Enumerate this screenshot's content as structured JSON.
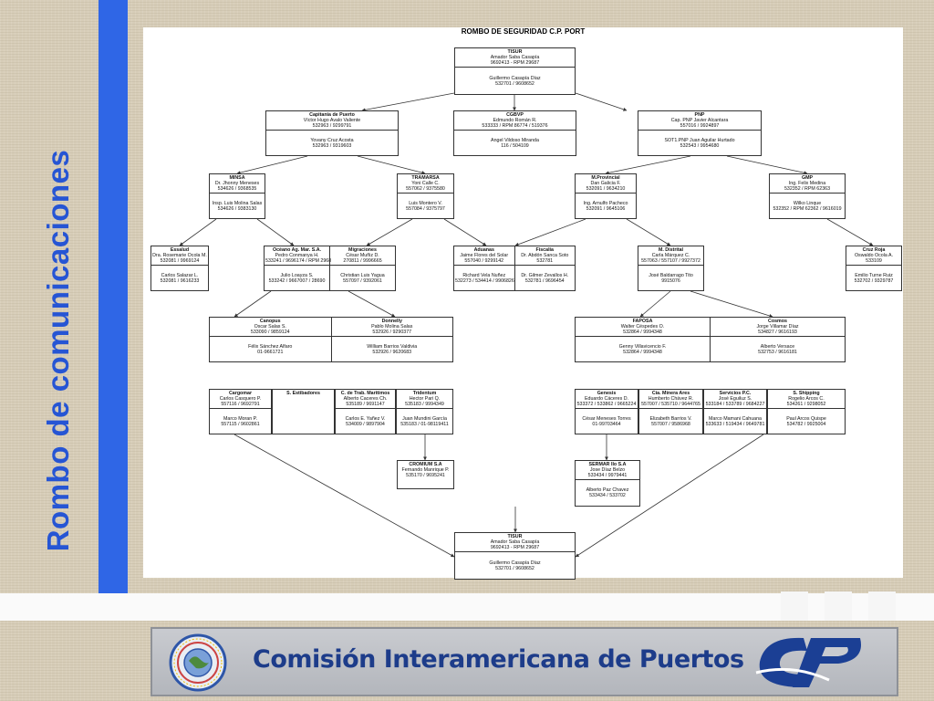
{
  "side_title": "Rombo de comunicaciones",
  "diagram_title": "ROMBO DE SEGURIDAD C.P. PORT",
  "footer_text": "Comisión Interamericana de Puertos",
  "colors": {
    "stripe": "#2f66e6",
    "title": "#2655d4",
    "footer_text": "#1d3c8a"
  },
  "nodes": [
    {
      "id": "tisur-top",
      "lines": [
        "TISUR",
        "Amador Saba Casapía",
        "9692413 - RPM 29687"
      ],
      "sub": [
        "Guillermo Casapía Díaz",
        "532701 / 9608652"
      ]
    },
    {
      "id": "capitania",
      "lines": [
        "Capitanía de Puerto",
        "Víctor Hugo Avalo Valiente",
        "532963 / 9299791"
      ],
      "sub": [
        "Yovany Cruz Acosta",
        "532963 / 9319603"
      ]
    },
    {
      "id": "cgbvp",
      "lines": [
        "CGBVP",
        "Edmundo Román R.",
        "533333 / RPM 86774 / 519376"
      ],
      "sub": [
        "Angel Vildoso Miranda",
        "116 / 504109"
      ]
    },
    {
      "id": "pnp",
      "lines": [
        "PNP",
        "Cap. PNP Javier Alcantara",
        "557016 / 9924897"
      ],
      "sub": [
        "SOT1.PNP Juan Aguilar Hurtado",
        "532543 / 9954680"
      ]
    },
    {
      "id": "minsa",
      "lines": [
        "MINSA",
        "Dr. Jhonny Meneses",
        "534626 / 9368535"
      ],
      "sub": [
        "Insp. Luis Molina Salas",
        "534626 / 9383130"
      ]
    },
    {
      "id": "tramarsa",
      "lines": [
        "TRAMARSA",
        "Yoni Calle C.",
        "557062 / 9375580"
      ],
      "sub": [
        "Luis Montero V.",
        "557084 / 9375797"
      ]
    },
    {
      "id": "mprovincial",
      "lines": [
        "M.Provincial",
        "Dan Galicia F.",
        "532091 / 9634210"
      ],
      "sub": [
        "Ing. Arnulfo Pacheco",
        "532091 / 9645106"
      ]
    },
    {
      "id": "gmp",
      "lines": [
        "GMP",
        "Ing. Felix Medina",
        "532352 / RPM 62363"
      ],
      "sub": [
        "Wilko Linque",
        "532352 / RPM 62362 / 9616019"
      ]
    },
    {
      "id": "essalud",
      "lines": [
        "Essalud",
        "Dra. Rosemarie Ocola M.",
        "532081 / 9969124"
      ],
      "sub": [
        "Carlos Salazar L.",
        "532081 / 9616233"
      ]
    },
    {
      "id": "oceano",
      "lines": [
        "Océano Ag. Mar. S.A.",
        "Pedro Conmanya H.",
        "533241 / 9696174 / RPM 2968"
      ],
      "sub": [
        "Julio Loayza S.",
        "533242 / 9667007 / 28690"
      ]
    },
    {
      "id": "migraciones",
      "lines": [
        "Migraciones",
        "César Muñiz D.",
        "270811 / 9996665"
      ],
      "sub": [
        "Christian Luis Yagua",
        "557097 / 9392061"
      ]
    },
    {
      "id": "aduanas",
      "lines": [
        "Aduanas",
        "Jaime Flores del Solar",
        "557040 / 9299142"
      ],
      "sub": [
        "Richard Vela Nuñez",
        "532273 / 534414 / 9906826"
      ]
    },
    {
      "id": "fiscalia",
      "lines": [
        "Fiscalía",
        "Dr. Abdón Sanca Soto",
        "532781"
      ],
      "sub": [
        "Dr. Gilmer Zevallos H.",
        "532781 / 9696454"
      ]
    },
    {
      "id": "mdistrital",
      "lines": [
        "M. Distrital",
        "Carla Márquez C.",
        "557063 / 557107 / 9927372"
      ],
      "sub": [
        "José Baldarrago Tito",
        "9915076"
      ]
    },
    {
      "id": "cruzroja",
      "lines": [
        "Cruz Roja",
        "Oswaldo Ocola A.",
        "533109"
      ],
      "sub": [
        "Emilio Turne Ruiz",
        "532702 / 9329787"
      ]
    },
    {
      "id": "canopus",
      "lines": [
        "Canopus",
        "Oscar Salas S.",
        "533090 / 9859124"
      ],
      "sub": [
        "Félix Sánchez Alfaro",
        "01-9661721"
      ]
    },
    {
      "id": "donnelly",
      "lines": [
        "Donnelly",
        "Pablo Molina Salas",
        "532926 / 9290377"
      ],
      "sub": [
        "William Barrios Valdivia",
        "532926 / 9620683"
      ]
    },
    {
      "id": "faposa",
      "lines": [
        "FAPOSA",
        "Walter Céspedes O.",
        "532864 / 9994348"
      ],
      "sub": [
        "Genny Villavicencio F.",
        "532864 / 9994348"
      ]
    },
    {
      "id": "cosmos",
      "lines": [
        "Cosmos",
        "Jorge Villamar Díaz",
        "534827 / 9616193"
      ],
      "sub": [
        "Alberto Versace",
        "532753 / 9616181"
      ]
    },
    {
      "id": "cargomar",
      "lines": [
        "Cargomar",
        "Carlos Casquero P.",
        "557116 / 9692791"
      ],
      "sub": [
        "Marco Moran P.",
        "557115 / 9602861"
      ]
    },
    {
      "id": "estibadores",
      "lines": [
        "S. Estibadores"
      ],
      "sub": []
    },
    {
      "id": "ctrab",
      "lines": [
        "C. de Trab. Marítimos",
        "Alberto Caceres Ch.",
        "535189 / 9691147"
      ],
      "sub": [
        "Carlos E. Yañez V.",
        "534009 / 9897904"
      ]
    },
    {
      "id": "tridentum",
      "lines": [
        "Tridentum",
        "Hector Pari Q.",
        "535183 / 9994349"
      ],
      "sub": [
        "Juan Mundini García",
        "535183 / 01-98119411"
      ]
    },
    {
      "id": "genesis",
      "lines": [
        "Genesis",
        "Eduardo Cáceres D.",
        "533372 / 533862 / 9665224"
      ],
      "sub": [
        "César Meneses Torres",
        "01-99703464"
      ]
    },
    {
      "id": "minera",
      "lines": [
        "Cía. Minera Ares",
        "Humberto Chávez R.",
        "557007 / 535710 / 9644765"
      ],
      "sub": [
        "Elizabeth Barrios V.",
        "557007 / 9586968"
      ]
    },
    {
      "id": "servicios",
      "lines": [
        "Servicios P.C.",
        "José Eguiluz S.",
        "533184 / 533789 / 9684227"
      ],
      "sub": [
        "Marco Mamani Cahuana",
        "533633 / 519434 / 9649781"
      ]
    },
    {
      "id": "sshipping",
      "lines": [
        "S. Shipping",
        "Rogelio Arcos C.",
        "534261 / 9298052"
      ],
      "sub": [
        "Paul Arcos Quispe",
        "534782 / 9925004"
      ]
    },
    {
      "id": "cromium",
      "lines": [
        "CROMIUM S.A",
        "Fernando Manrique P.",
        "535170 / 9695241"
      ],
      "sub": []
    },
    {
      "id": "sermar",
      "lines": [
        "SERMAR Ilo S.A",
        "Jose Díaz Belzo",
        "533434 / 9979441"
      ],
      "sub": [
        "Alberto Paz Chavez",
        "533434 / 533702"
      ]
    },
    {
      "id": "tisur-bottom",
      "lines": [
        "TISUR",
        "Amador Saba Casapía",
        "9692413 - RPM 29687"
      ],
      "sub": [
        "Guillermo Casapía Díaz",
        "532701 / 9608652"
      ]
    }
  ]
}
